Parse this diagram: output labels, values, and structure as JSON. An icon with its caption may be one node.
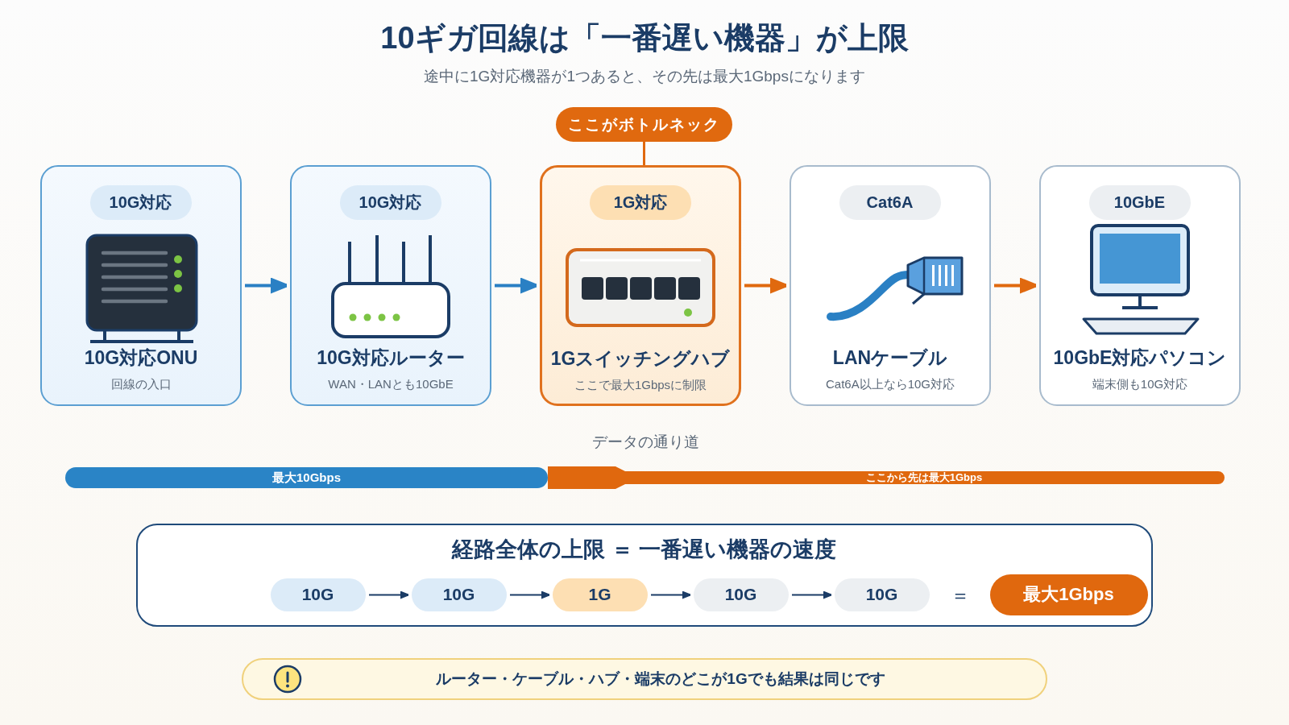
{
  "diagram": {
    "title": "10ギガ回線は「一番遅い機器」が上限",
    "nodes": [
      {
        "text": [
          "ここがボトルネック"
        ]
      },
      {
        "text": [
          "10G対応ONU",
          "回線の入口"
        ]
      },
      {
        "text": [
          "10G対応"
        ],
        "in": 1
      },
      {
        "text": [
          "10G対応ルーター",
          "WAN・LANとも10GbE"
        ]
      },
      {
        "text": [
          "10G対応"
        ],
        "in": 3
      },
      {
        "text": [
          "1Gスイッチングハブ",
          "ここで最大1Gbpsに制限"
        ]
      },
      {
        "text": [
          "1G対応"
        ],
        "in": 5
      },
      {
        "text": [
          "LANケーブル",
          "Cat6A以上なら10G対応"
        ]
      },
      {
        "text": [
          "Cat6A"
        ],
        "in": 7
      },
      {
        "text": [
          "10GbE対応パソコン",
          "端末側も10G対応"
        ]
      },
      {
        "text": [
          "10GbE"
        ],
        "in": 9
      },
      {
        "text": [
          "最大10Gbps"
        ]
      },
      {
        "text": [
          "ここから先は最大1Gbps"
        ]
      },
      {
        "text": [
          "経路全体の上限 ＝ 一番遅い機器の速度"
        ]
      },
      {
        "text": [
          "10G"
        ],
        "in": 13
      },
      {
        "text": [
          "10G"
        ],
        "in": 13
      },
      {
        "text": [
          "1G"
        ],
        "in": 13
      },
      {
        "text": [
          "10G"
        ],
        "in": 13
      },
      {
        "text": [
          "10G"
        ],
        "in": 13
      },
      {
        "text": [
          "最大1Gbps"
        ],
        "in": 13
      },
      {
        "text": [
          "ルーター・ケーブル・ハブ・端末のどこが1Gでも結果は同じです"
        ]
      }
    ],
    "edges": [
      {
        "from": 0,
        "to": 5,
        "arrow": "none",
        "color": "#e0690f"
      },
      {
        "from": 1,
        "to": 3,
        "arrow": "to",
        "color": "#2a80c4"
      },
      {
        "from": 3,
        "to": 5,
        "arrow": "to",
        "color": "#2a80c4"
      },
      {
        "from": 5,
        "to": 7,
        "arrow": "to",
        "color": "#e0690f"
      },
      {
        "from": 7,
        "to": 9,
        "arrow": "to",
        "color": "#e0690f"
      },
      {
        "from": 14,
        "to": 15,
        "arrow": "to"
      },
      {
        "from": 15,
        "to": 16,
        "arrow": "to"
      },
      {
        "from": 16,
        "to": 17,
        "arrow": "to"
      },
      {
        "from": 17,
        "to": 18,
        "arrow": "to"
      }
    ],
    "labels": [
      "途中に1G対応機器が1つあると、その先は最大1Gbpsになります",
      "データの通り道",
      "＝"
    ]
  }
}
